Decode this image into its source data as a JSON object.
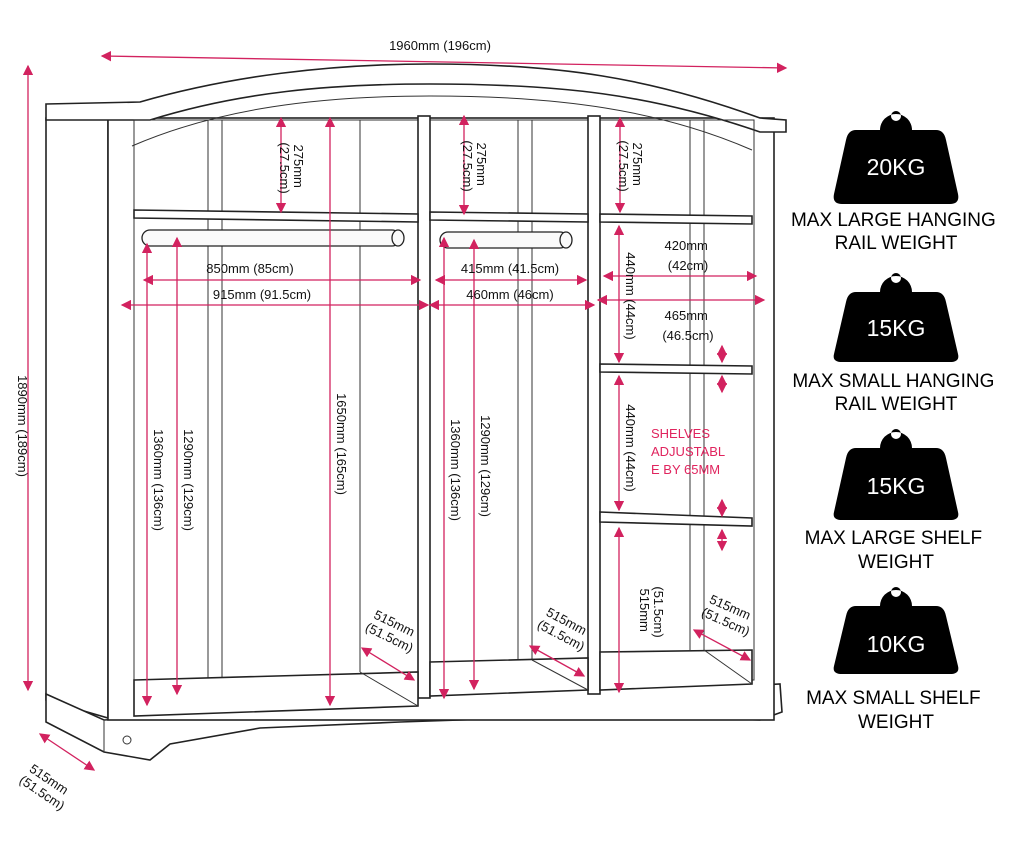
{
  "dimensions": {
    "overall_width": "1960mm (196cm)",
    "overall_height": "1890mm (189cm)",
    "overall_depth": [
      "515mm",
      "(51.5cm)"
    ],
    "left_top_gap": [
      "275mm",
      "(27.5cm)"
    ],
    "left_rail_length": "850mm (85cm)",
    "left_inner_width": "915mm (91.5cm)",
    "left_hang_height": "1360mm (136cm)",
    "left_rail_drop": "1290mm (129cm)",
    "left_full_height": "1650mm (165cm)",
    "left_depth": [
      "515mm",
      "(51.5cm)"
    ],
    "mid_top_gap": [
      "275mm",
      "(27.5cm)"
    ],
    "mid_rail_length": "415mm (41.5cm)",
    "mid_inner_width": "460mm (46cm)",
    "mid_hang_height": "1360mm (136cm)",
    "mid_rail_drop": "1290mm (129cm)",
    "mid_depth": [
      "515mm",
      "(51.5cm)"
    ],
    "right_top_gap": [
      "275mm",
      "(27.5cm)"
    ],
    "right_shelf_width": [
      "420mm",
      "(42cm)"
    ],
    "right_inner_width": [
      "465mm",
      "(46.5cm)"
    ],
    "right_shelf_gap_1": "440mm (44cm)",
    "right_shelf_gap_2": "440mm (44cm)",
    "right_bottom_gap": [
      "515mm",
      "(51.5cm)"
    ],
    "right_depth": [
      "515mm",
      "(51.5cm)"
    ]
  },
  "note": [
    "SHELVES",
    "ADJUSTABL",
    "E BY 65MM"
  ],
  "weights": [
    {
      "value": "20KG",
      "caption": [
        "MAX LARGE HANGING",
        "RAIL WEIGHT"
      ]
    },
    {
      "value": "15KG",
      "caption": [
        "MAX SMALL HANGING",
        "RAIL WEIGHT"
      ]
    },
    {
      "value": "15KG",
      "caption": [
        "MAX LARGE SHELF",
        "WEIGHT"
      ]
    },
    {
      "value": "10KG",
      "caption": [
        "MAX SMALL SHELF",
        "WEIGHT"
      ]
    }
  ],
  "colors": {
    "dimension_line": "#d2225f",
    "note_text": "#e0245e",
    "weight_fill": "#000000",
    "outline": "#222222"
  },
  "icon_names": [
    "weight-icon"
  ]
}
